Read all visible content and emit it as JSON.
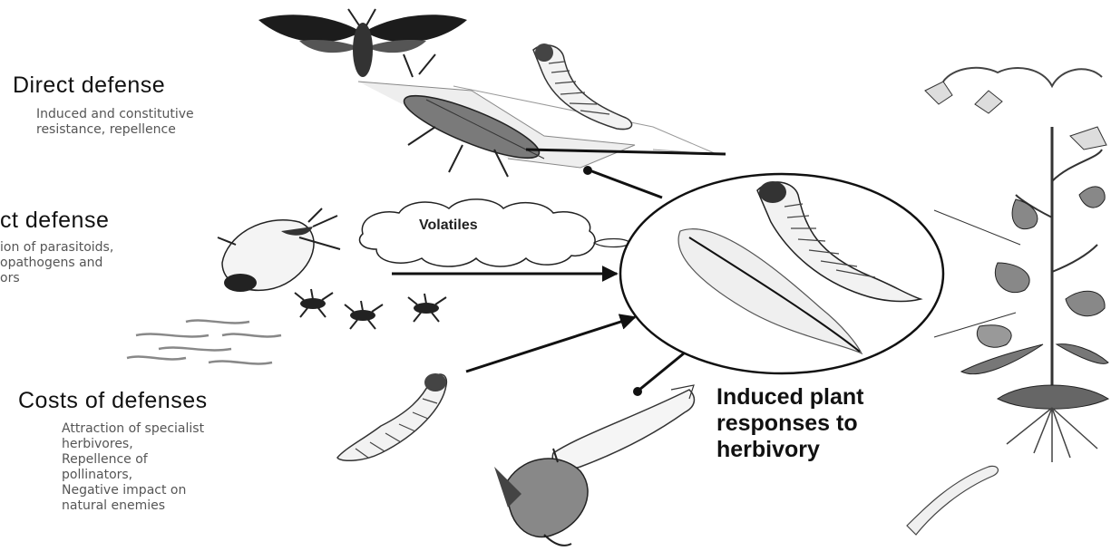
{
  "direct_defense": {
    "title": "Direct defense",
    "lines": [
      "Induced and constitutive",
      "resistance, repellence"
    ]
  },
  "indirect_defense": {
    "title": "ct defense",
    "lines": [
      "ion of parasitoids,",
      "opathogens and",
      "ors"
    ]
  },
  "volatiles": {
    "label": "Volatiles"
  },
  "costs": {
    "title": "Costs of defenses",
    "lines": [
      "Attraction of specialist",
      "herbivores,",
      "Repellence of",
      "pollinators,",
      "Negative impact on",
      "natural enemies"
    ]
  },
  "center": {
    "lines": [
      "Induced plant",
      "responses to",
      "herbivory"
    ]
  },
  "icons": [
    "moth-icon",
    "bug-icon",
    "caterpillar-icon",
    "predatory-bug-icon",
    "parasitoid-wasp-icon",
    "nematode-icon",
    "flower-icon",
    "hummingbird-moth-icon",
    "plant-icon"
  ]
}
